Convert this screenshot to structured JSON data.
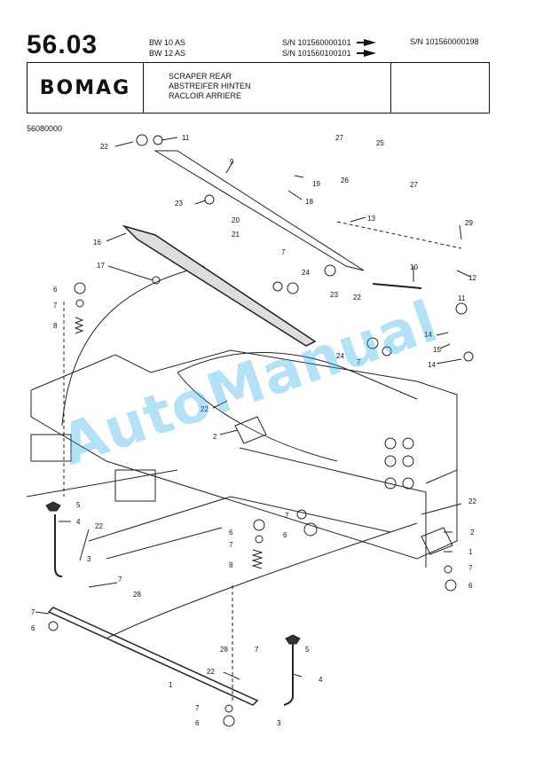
{
  "header": {
    "page_number": "56.03",
    "models": [
      "BW 10 AS",
      "BW 12 AS"
    ],
    "serials": [
      "S/N 101560000101",
      "S/N 101560100101"
    ],
    "serial_end": "S/N 101560000198"
  },
  "title_box": {
    "logo_text": "BOMAG",
    "descriptions": [
      "SCRAPER REAR",
      "ABSTREIFER HINTEN",
      "RACLOIR ARRIERE"
    ]
  },
  "doc_id": "56080000",
  "watermark": "AutoManual",
  "callouts": [
    "22",
    "11",
    "9",
    "27",
    "25",
    "26",
    "27",
    "19",
    "18",
    "23",
    "13",
    "20",
    "21",
    "16",
    "17",
    "7",
    "24",
    "23",
    "22",
    "10",
    "29",
    "12",
    "11",
    "14",
    "15",
    "14",
    "6",
    "7",
    "8",
    "22",
    "2",
    "24",
    "7",
    "5",
    "4",
    "22",
    "3",
    "28",
    "7",
    "7",
    "6",
    "7",
    "6",
    "8",
    "7",
    "6",
    "22",
    "2",
    "1",
    "7",
    "6",
    "28",
    "7",
    "22",
    "5",
    "4",
    "1",
    "3",
    "7",
    "6"
  ]
}
